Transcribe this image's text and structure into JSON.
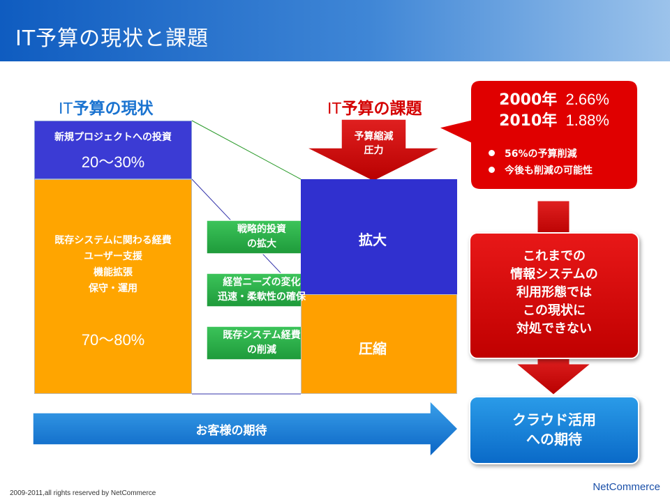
{
  "slide": {
    "title": "IT予算の現状と課題"
  },
  "left_column": {
    "heading_prefix": "IT",
    "heading_rest": "予算の現状",
    "new_projects": {
      "label": "新規プロジェクトへの投資",
      "percent": "20～30%"
    },
    "existing": {
      "lines": [
        "既存システムに関わる経費",
        "ユーザー支援",
        "機能拡張",
        "保守・運用"
      ],
      "percent": "70～80%"
    }
  },
  "right_column": {
    "heading_prefix": "IT",
    "heading_rest": "予算の課題",
    "pressure_arrow": [
      "予算縮減",
      "圧力"
    ],
    "expand_label": "拡大",
    "shrink_label": "圧縮"
  },
  "green_arrows": [
    [
      "戦略的投資",
      "の拡大"
    ],
    [
      "経営ニーズの変化",
      "迅速・柔軟性の確保"
    ],
    [
      "既存システム経費",
      "の削減"
    ]
  ],
  "customer_arrow": {
    "label": "お客様の期待"
  },
  "callout": {
    "row1_year": "2000年",
    "row1_value": "2.66%",
    "row2_year": "2010年",
    "row2_value": "1.88%",
    "bullets": [
      "56%の予算削減",
      "今後も削減の可能性"
    ]
  },
  "red_box": {
    "lines": [
      "これまでの",
      "情報システムの",
      "利用形態では",
      "この現状に",
      "対処できない"
    ]
  },
  "blue_box": {
    "lines": [
      "クラウド活用",
      "への期待"
    ]
  },
  "footer": {
    "copyright": "2009-2011,all rights reserved by NetCommerce",
    "brand": "NetCommerce"
  },
  "colors": {
    "title_blue": "#0f5cc0",
    "new_projects_blue": "#3b3bd4",
    "existing_orange": "#ffa500",
    "expand_blue": "#3030cf",
    "shrink_orange": "#ffa000",
    "green_arrow": "#2db34a",
    "red": "#d40000",
    "cloud_blue": "#1a80d8",
    "connector_green": "#2a9a2a"
  }
}
